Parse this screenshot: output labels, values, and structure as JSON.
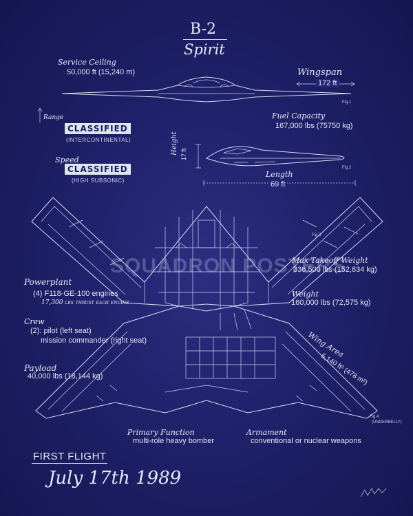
{
  "title": {
    "line1": "B-2",
    "line2": "Spirit"
  },
  "service_ceiling": {
    "label": "Service Ceiling",
    "value": "50,000 ft (15,240 m)"
  },
  "wingspan": {
    "label": "Wingspan",
    "value": "172 ft"
  },
  "fig_labels": [
    "Fig.1",
    "Fig.2",
    "Fig.3",
    "Fig.4"
  ],
  "underbelly": "(UNDERBELLY)",
  "range": {
    "label": "Range",
    "value": "CLASSIFIED",
    "note": "(INTERCONTINENTAL)"
  },
  "speed": {
    "label": "Speed",
    "value": "CLASSIFIED",
    "note": "(HIGH SUBSONIC)"
  },
  "fuel_capacity": {
    "label": "Fuel Capacity",
    "value": "167,000 lbs (75750 kg)"
  },
  "height": {
    "label": "Height",
    "value": "17 ft"
  },
  "length": {
    "label": "Length",
    "value": "69 ft"
  },
  "max_takeoff_weight": {
    "label": "Max Takeoff Weight",
    "value": "336,500 lbs (152,634 kg)"
  },
  "weight": {
    "label": "Weight",
    "value": "160,000 lbs (72,575 kg)"
  },
  "powerplant": {
    "label": "Powerplant",
    "value": "(4) F118-GE-100 engines",
    "thrust": "17,300 lbs thrust each engine"
  },
  "crew": {
    "label": "Crew",
    "line1": "(2): pilot (left seat)",
    "line2": "mission commander (right seat)"
  },
  "wing_area": {
    "label": "Wing Area",
    "value": "5,140 ft² (478 m²)"
  },
  "payload": {
    "label": "Payload",
    "value": "40,000 lbs (18,144 kg)"
  },
  "primary_function": {
    "label": "Primary Function",
    "value": "multi-role heavy bomber"
  },
  "armament": {
    "label": "Armament",
    "value": "conventional or nuclear weapons"
  },
  "first_flight": {
    "label": "FIRST FLIGHT",
    "date": "July 17th 1989"
  },
  "watermark": "SQUADRON POSTERS",
  "colors": {
    "background": "#1f216a",
    "lines": "#d9dcf2",
    "badge": "#dfe5ec"
  }
}
